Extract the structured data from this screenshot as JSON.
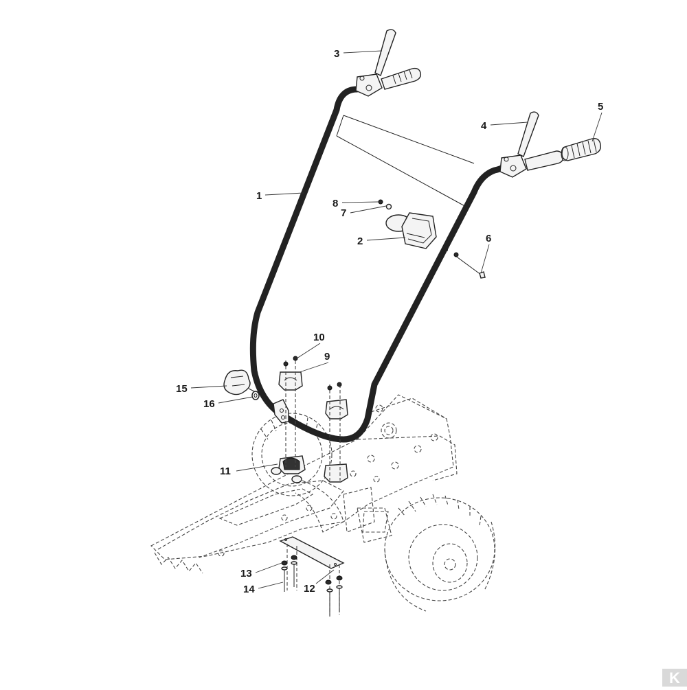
{
  "diagram": {
    "callouts": [
      {
        "id": "1",
        "label": "1"
      },
      {
        "id": "2",
        "label": "2"
      },
      {
        "id": "3",
        "label": "3"
      },
      {
        "id": "4",
        "label": "4"
      },
      {
        "id": "5",
        "label": "5"
      },
      {
        "id": "6",
        "label": "6"
      },
      {
        "id": "7",
        "label": "7"
      },
      {
        "id": "8",
        "label": "8"
      },
      {
        "id": "9",
        "label": "9"
      },
      {
        "id": "10",
        "label": "10"
      },
      {
        "id": "11",
        "label": "11"
      },
      {
        "id": "12",
        "label": "12"
      },
      {
        "id": "13",
        "label": "13"
      },
      {
        "id": "14",
        "label": "14"
      },
      {
        "id": "15",
        "label": "15"
      },
      {
        "id": "16",
        "label": "16"
      }
    ],
    "logo_text": "K"
  },
  "colors": {
    "line": "#222222",
    "logo_bg": "#d9d9d9",
    "logo_fg": "#ffffff"
  }
}
